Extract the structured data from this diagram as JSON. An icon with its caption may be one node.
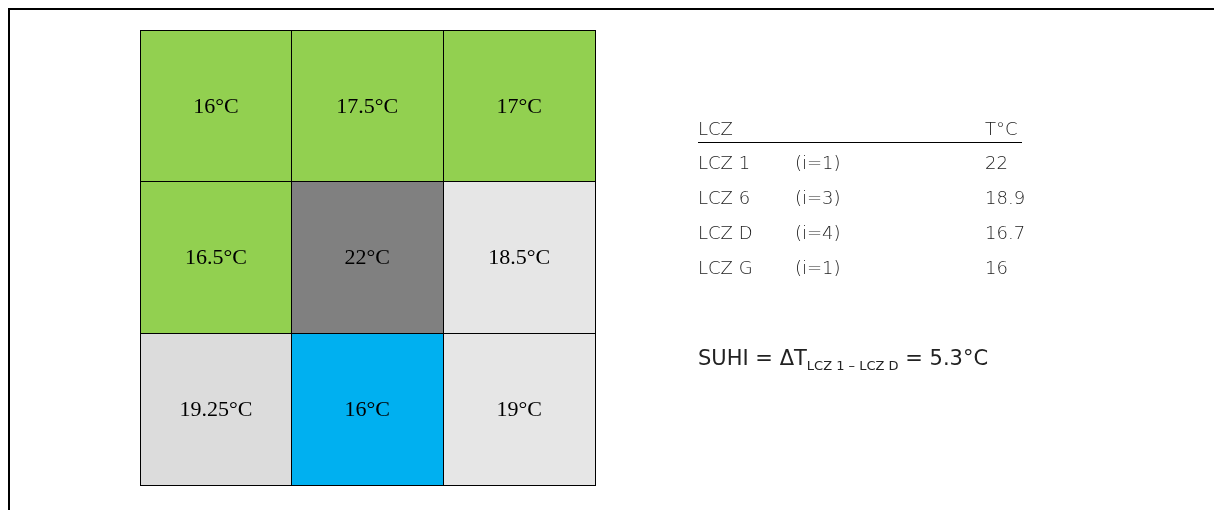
{
  "diagram": {
    "nodes": [
      {
        "text": [
          "16°C"
        ]
      },
      {
        "text": [
          "17.5°C"
        ]
      },
      {
        "text": [
          "17°C"
        ]
      },
      {
        "text": [
          "16.5°C"
        ]
      },
      {
        "text": [
          "22°C"
        ]
      },
      {
        "text": [
          "18.5°C"
        ]
      },
      {
        "text": [
          "19.25°C"
        ]
      },
      {
        "text": [
          "16°C"
        ]
      },
      {
        "text": [
          "19°C"
        ]
      }
    ],
    "labels": [
      "LCZ",
      "T°C",
      "LCZ 1",
      "(i=1)",
      "22",
      "LCZ 6",
      "(i=3)",
      "18.9",
      "LCZ D",
      "(i=4)",
      "16.7",
      "LCZ G",
      "(i=1)",
      "16",
      "SUHI = ΔT$_{LCZ 1 – LCZ D}$ = 5.3°C"
    ]
  }
}
